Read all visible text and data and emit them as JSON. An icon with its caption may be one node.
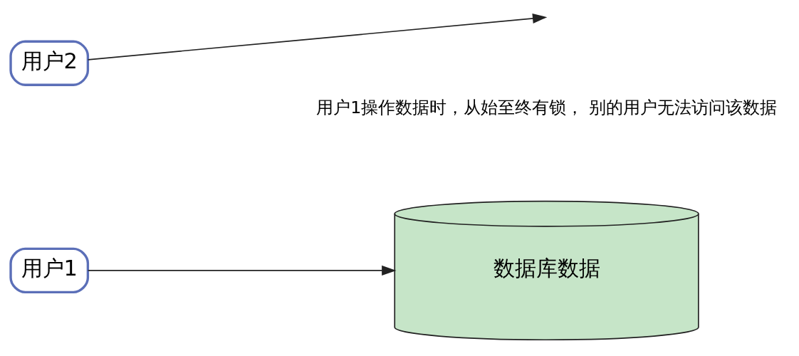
{
  "diagram": {
    "nodes": [
      {
        "text": [
          "用户1"
        ]
      },
      {
        "text": [
          "用户2"
        ]
      },
      {
        "text": [
          "数据库数据"
        ]
      }
    ],
    "edges": [
      {
        "from": 0,
        "to": 2,
        "arrow": "to"
      },
      {
        "from": 1,
        "to": null,
        "arrow": "to"
      }
    ],
    "labels": [
      "用户1操作数据时，从始至终有锁， 别的用户无法访问该数据"
    ]
  }
}
